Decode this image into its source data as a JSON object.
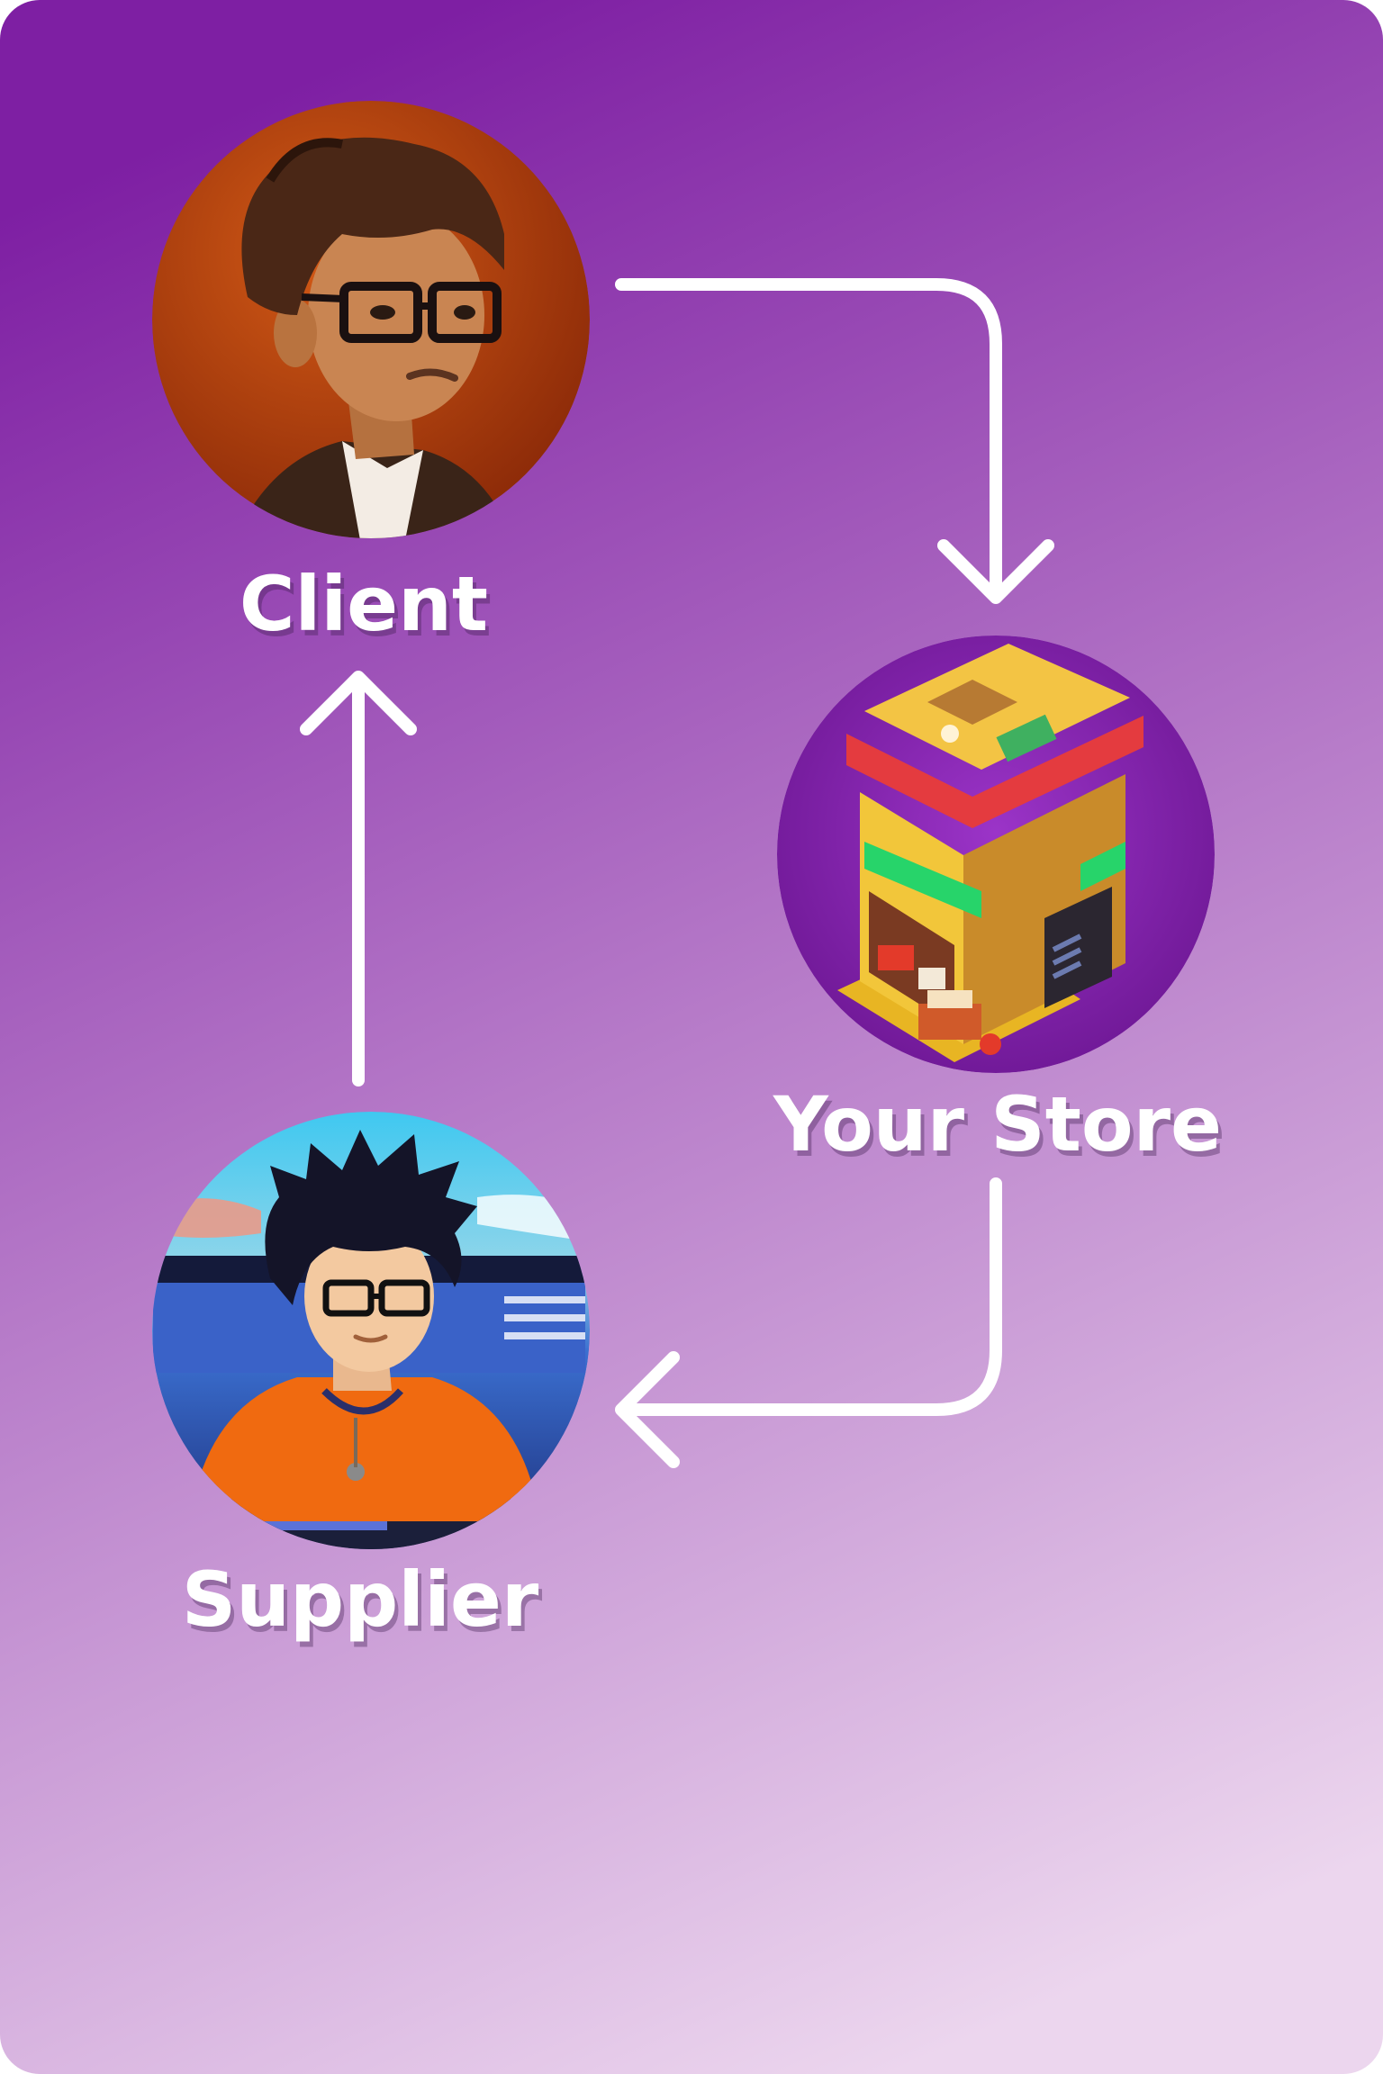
{
  "colors": {
    "background_top": "#7e1fa3",
    "background_mid": "#b77cc9",
    "background_bottom": "#ecd6ee",
    "arrow": "#ffffff",
    "label": "#ffffff"
  },
  "nodes": [
    {
      "id": "client",
      "label": "Client",
      "icon": "client-avatar-illustration"
    },
    {
      "id": "store",
      "label": "Your Store",
      "icon": "store-building-illustration"
    },
    {
      "id": "supplier",
      "label": "Supplier",
      "icon": "supplier-avatar-illustration"
    }
  ],
  "edges": [
    {
      "from": "client",
      "to": "store"
    },
    {
      "from": "store",
      "to": "supplier"
    },
    {
      "from": "supplier",
      "to": "client"
    }
  ]
}
